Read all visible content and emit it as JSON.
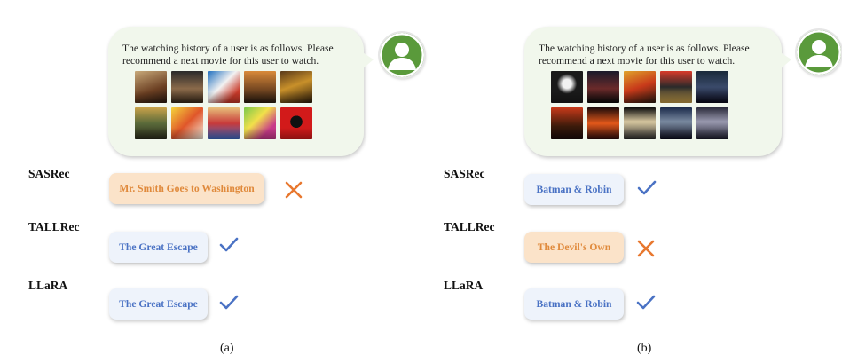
{
  "panels": [
    {
      "prompt": "The watching history of a user is as follows. Please recommend a next movie for this user to watch.",
      "rows": [
        {
          "model": "SASRec",
          "answer": "Mr. Smith Goes to Washington",
          "result": "wrong"
        },
        {
          "model": "TALLRec",
          "answer": "The Great Escape",
          "result": "correct"
        },
        {
          "model": "LLaRA",
          "answer": "The Great Escape",
          "result": "correct"
        }
      ],
      "caption": "(a)"
    },
    {
      "prompt": "The watching history of a user is as follows. Please recommend a next movie for this user to watch.",
      "rows": [
        {
          "model": "SASRec",
          "answer": "Batman & Robin",
          "result": "correct"
        },
        {
          "model": "TALLRec",
          "answer": "The Devil's Own",
          "result": "wrong"
        },
        {
          "model": "LLaRA",
          "answer": "Batman & Robin",
          "result": "correct"
        }
      ],
      "caption": "(b)"
    }
  ],
  "icons": {
    "correct": "check-icon",
    "wrong": "cross-icon",
    "user": "user-avatar-icon",
    "poster": "movie-poster-icon"
  },
  "colors": {
    "correct": "#4a72c4",
    "wrong": "#e8772e",
    "bubble": "#f1f7ec",
    "avatar": "#5a9a3b"
  }
}
